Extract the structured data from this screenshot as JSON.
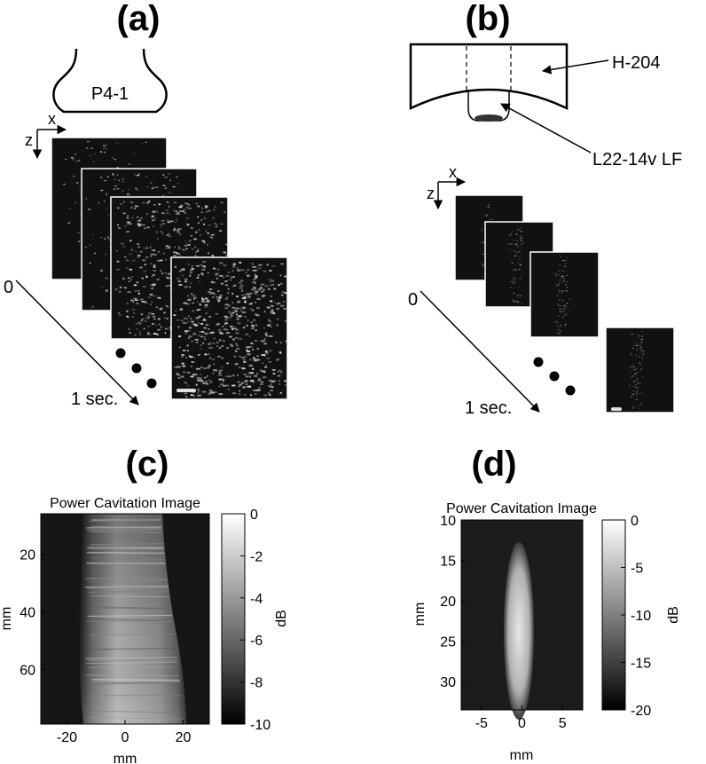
{
  "panels": {
    "a": {
      "letter": "(a)",
      "probe": "P4-1",
      "axis_x": "x",
      "axis_z": "z",
      "time_start": "0",
      "time_end": "1 sec."
    },
    "b": {
      "letter": "(b)",
      "transducer": "H-204",
      "probe": "L22-14v LF",
      "axis_x": "x",
      "axis_z": "z",
      "time_start": "0",
      "time_end": "1 sec."
    },
    "c": {
      "letter": "(c)",
      "title": "Power Cavitation Image",
      "xlabel": "mm",
      "ylabel": "mm",
      "colorbar_label": "dB",
      "xticks": [
        "-20",
        "0",
        "20"
      ],
      "yticks": [
        "20",
        "40",
        "60"
      ],
      "cticks": [
        "0",
        "-2",
        "-4",
        "-6",
        "-8",
        "-10"
      ]
    },
    "d": {
      "letter": "(d)",
      "title": "Power Cavitation Image",
      "xlabel": "mm",
      "ylabel": "mm",
      "colorbar_label": "dB",
      "xticks": [
        "-5",
        "0",
        "5"
      ],
      "yticks": [
        "10",
        "15",
        "20",
        "25",
        "30"
      ],
      "cticks": [
        "0",
        "-5",
        "-10",
        "-15",
        "-20"
      ]
    }
  },
  "colors": {
    "frame_bg": "#111111",
    "speckle": "#cfcfcf",
    "plot_bg": "#1a1a1a"
  }
}
